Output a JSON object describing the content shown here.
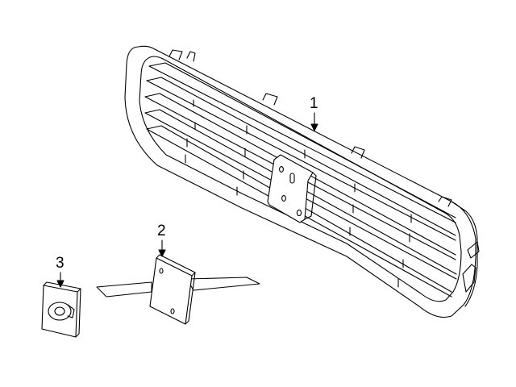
{
  "diagram": {
    "callouts": [
      {
        "id": "1",
        "label": "1"
      },
      {
        "id": "2",
        "label": "2"
      },
      {
        "id": "3",
        "label": "3"
      }
    ],
    "parts": [
      {
        "callout": "1",
        "icon": "radiator-grille"
      },
      {
        "callout": "2",
        "icon": "license-plate-bracket"
      },
      {
        "callout": "3",
        "icon": "emblem-clip"
      }
    ],
    "colors": {
      "line": "#000000",
      "fill": "#ffffff",
      "background": "#ffffff"
    }
  }
}
